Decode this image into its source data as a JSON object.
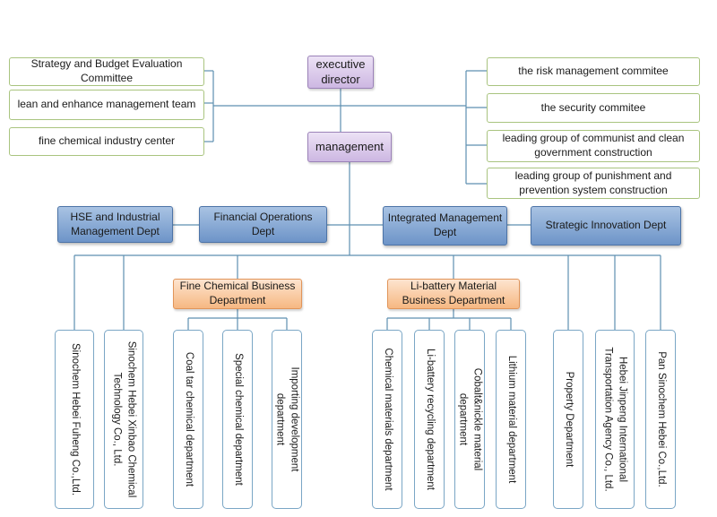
{
  "diagram": {
    "top": {
      "executive": "executive director",
      "management": "management"
    },
    "left_committees": [
      "Strategy and Budget Evaluation Committee",
      "lean and enhance management team",
      "fine chemical industry center"
    ],
    "right_committees": [
      "the risk management commitee",
      "the security commitee",
      "leading group of communist and clean government construction",
      "leading group of punishment and prevention system construction"
    ],
    "depts": {
      "hse": "HSE and Industrial Management Dept",
      "financial": "Financial Operations Dept",
      "integrated": "Integrated Management Dept",
      "strategic": "Strategic Innovation Dept"
    },
    "business": {
      "fine": "Fine Chemical Business Department",
      "li": "Li-battery Material Business Department"
    },
    "units": {
      "fuheng": [
        "Sinochem Hebei Fuheng Co.,Ltd."
      ],
      "xinbao": [
        "Sinochem Hebei Xinbao Chemical",
        "Technology Co., Ltd."
      ],
      "coal_tar": [
        "Coal tar chemical department"
      ],
      "special": [
        "Special chemical department"
      ],
      "importing": [
        "Importing development",
        "department"
      ],
      "chemical_materials": [
        "Chemical materials department"
      ],
      "recycling": [
        "Li-battery recycling department"
      ],
      "cobalt": [
        "Cobalt&nickle material",
        "department"
      ],
      "lithium": [
        "Lithium material department"
      ],
      "property": [
        "Property Department"
      ],
      "jinpeng": [
        "Hebei Jinpeng International",
        "Transportation Agency Co., Ltd."
      ],
      "pan": [
        "Pan Sinochem Hebei Co.,Ltd."
      ]
    }
  }
}
